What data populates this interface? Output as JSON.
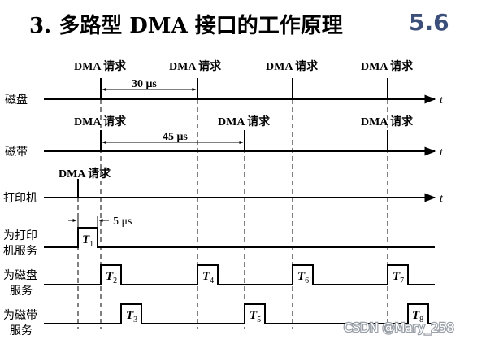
{
  "title": "3. 多路型 DMA 接口的工作原理",
  "section": "5.6",
  "request_label": "DMA 请求",
  "time_label": "t",
  "rows": {
    "disk": "磁盘",
    "tape": "磁带",
    "printer": "打印机",
    "serve_printer": [
      "为打印",
      "机服务"
    ],
    "serve_disk": [
      "为磁盘",
      "服务"
    ],
    "serve_tape": [
      "为磁带",
      "服务"
    ]
  },
  "intervals": {
    "disk": "30 μs",
    "tape": "45 μs",
    "service": "5 μs"
  },
  "pulses": {
    "printer": [
      {
        "letter": "T",
        "sub": "1"
      }
    ],
    "disk": [
      {
        "letter": "T",
        "sub": "2"
      },
      {
        "letter": "T",
        "sub": "4"
      },
      {
        "letter": "T",
        "sub": "6"
      },
      {
        "letter": "T",
        "sub": "7"
      }
    ],
    "tape": [
      {
        "letter": "T",
        "sub": "3"
      },
      {
        "letter": "T",
        "sub": "5"
      },
      {
        "letter": "T",
        "sub": "8"
      }
    ]
  },
  "watermark": "CSDN @Mary_258"
}
